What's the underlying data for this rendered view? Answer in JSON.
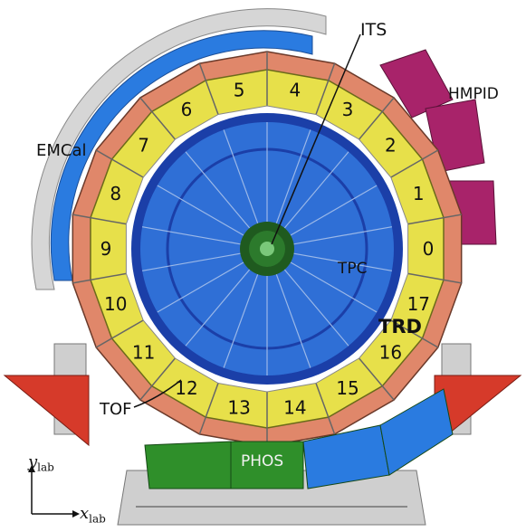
{
  "labels": {
    "its": "ITS",
    "hmpid": "HMPID",
    "emcal": "EMCal",
    "tpc": "TPC",
    "trd": "TRD",
    "tof": "TOF",
    "phos": "PHOS"
  },
  "axes": {
    "y_symbol": "y",
    "y_sub": "lab",
    "x_symbol": "x",
    "x_sub": "lab"
  },
  "sectors": [
    "0",
    "1",
    "2",
    "3",
    "4",
    "5",
    "6",
    "7",
    "8",
    "9",
    "10",
    "11",
    "12",
    "13",
    "14",
    "15",
    "16",
    "17"
  ],
  "colors": {
    "tpc_blue": "#2f6fd6",
    "tpc_dark": "#1b3fa8",
    "trd_yellow": "#e7e04a",
    "tof_orange": "#e0876a",
    "emcal_blue": "#2a7be0",
    "hmpid_magenta": "#a8236a",
    "phos_green": "#2f8f2a",
    "support_red": "#d63a2a",
    "frame_gray": "#d9d9d9",
    "its_green": "#2c7a2c"
  }
}
